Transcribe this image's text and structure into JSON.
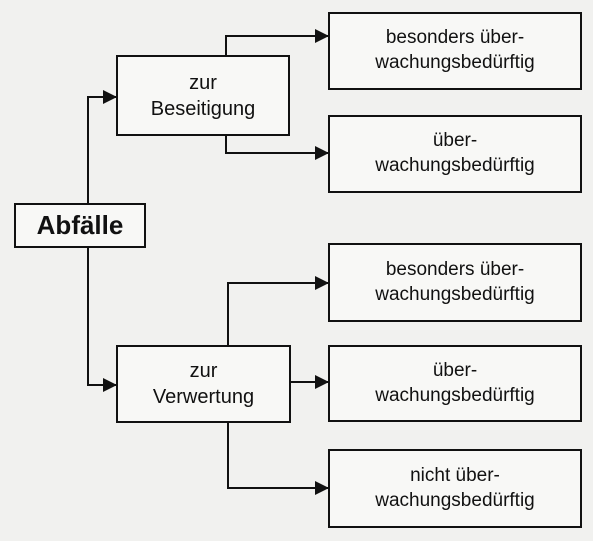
{
  "root": {
    "label": "Abfälle"
  },
  "branches": [
    {
      "line1": "zur",
      "line2": "Beseitigung",
      "leaves": [
        {
          "line1": "besonders über-",
          "line2": "wachungsbedürftig"
        },
        {
          "line1": "über-",
          "line2": "wachungsbedürftig"
        }
      ]
    },
    {
      "line1": "zur",
      "line2": "Verwertung",
      "leaves": [
        {
          "line1": "besonders über-",
          "line2": "wachungsbedürftig"
        },
        {
          "line1": "über-",
          "line2": "wachungsbedürftig"
        },
        {
          "line1": "nicht über-",
          "line2": "wachungsbedürftig"
        }
      ]
    }
  ]
}
